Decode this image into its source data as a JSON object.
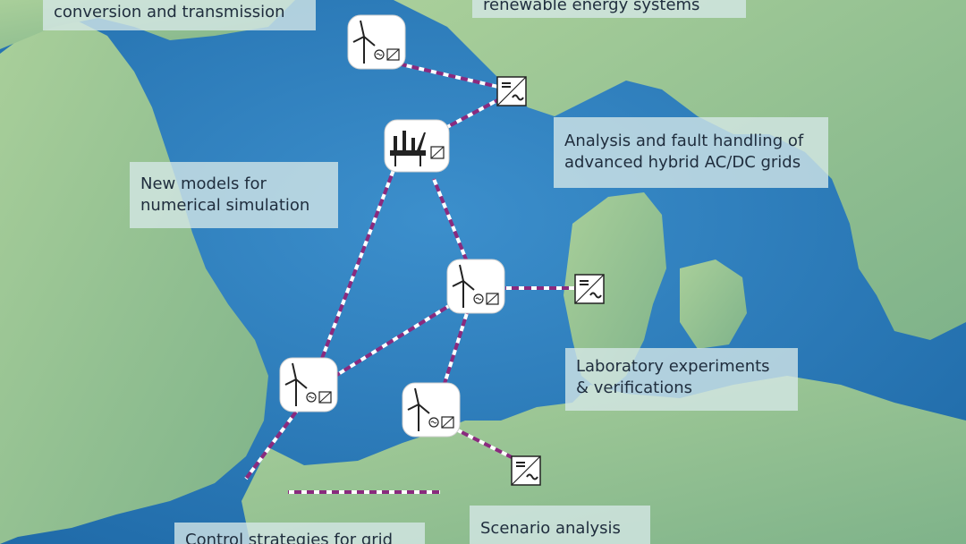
{
  "labels": {
    "conversion": "conversion and transmission",
    "renewable": "renewable energy systems",
    "analysis": "Analysis and fault handling of\nadvanced hybrid AC/DC grids",
    "models": "New models for\nnumerical simulation",
    "lab": "Laboratory experiments\n& verifications",
    "control": "Control strategies for grid",
    "scenario": "Scenario analysis"
  },
  "icons": {
    "wind_turbine": "wind-turbine-icon",
    "platform": "offshore-platform-icon",
    "converter": "ac-dc-converter-icon"
  },
  "colors": {
    "sea": "#2f7fbf",
    "land": "#8fc08c",
    "cable": "#8a2a7e",
    "label_bg": "#d6e8e8"
  }
}
